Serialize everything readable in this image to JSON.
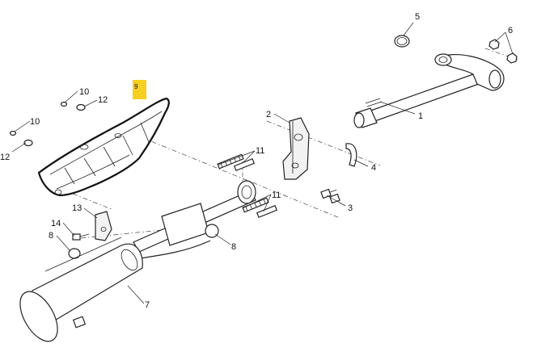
{
  "diagram": {
    "callouts": [
      {
        "id": "1",
        "text": "1"
      },
      {
        "id": "2",
        "text": "2"
      },
      {
        "id": "3",
        "text": "3"
      },
      {
        "id": "4",
        "text": "4"
      },
      {
        "id": "5",
        "text": "5"
      },
      {
        "id": "6",
        "text": "6"
      },
      {
        "id": "7",
        "text": "7"
      },
      {
        "id": "8a",
        "text": "8"
      },
      {
        "id": "8b",
        "text": "8"
      },
      {
        "id": "10a",
        "text": "10"
      },
      {
        "id": "10b",
        "text": "10"
      },
      {
        "id": "11a",
        "text": "11"
      },
      {
        "id": "11b",
        "text": "11"
      },
      {
        "id": "12a",
        "text": "12"
      },
      {
        "id": "12b",
        "text": "12"
      },
      {
        "id": "13",
        "text": "13"
      },
      {
        "id": "14",
        "text": "14"
      },
      {
        "id": "9",
        "text": "9"
      }
    ],
    "highlight_color": "#f5d020"
  }
}
